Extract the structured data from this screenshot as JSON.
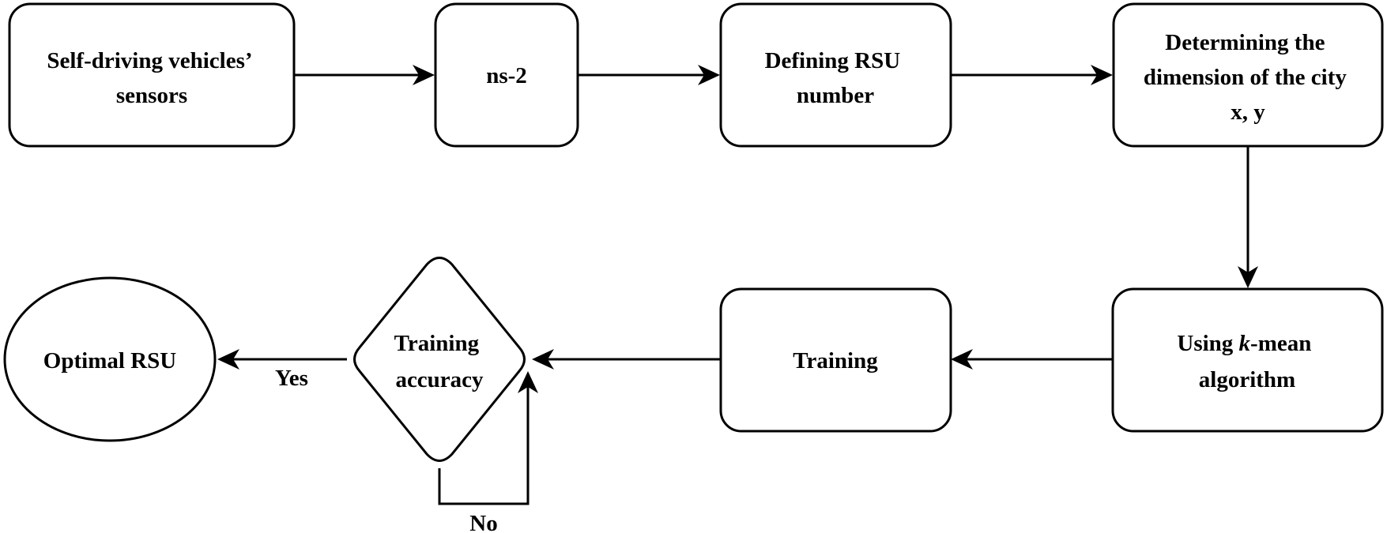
{
  "diagram": {
    "nodes": {
      "sensors": {
        "lines": [
          "Self-driving vehicles’",
          "sensors"
        ]
      },
      "ns2": {
        "lines": [
          "ns-2"
        ]
      },
      "defining_rsu": {
        "lines": [
          "Defining RSU",
          "number"
        ]
      },
      "city_dimension": {
        "lines": [
          "Determining the",
          "dimension of the city",
          "x, y"
        ]
      },
      "kmean": {
        "line1_prefix": "Using ",
        "line1_italic": "k",
        "line1_suffix": "-mean",
        "line2": "algorithm"
      },
      "training": {
        "lines": [
          "Training"
        ]
      },
      "accuracy": {
        "lines": [
          "Training",
          "accuracy"
        ]
      },
      "optimal_rsu": {
        "lines": [
          "Optimal RSU"
        ]
      }
    },
    "edge_labels": {
      "yes": "Yes",
      "no": "No"
    },
    "colors": {
      "stroke": "#000000",
      "fill": "#ffffff",
      "text": "#000000"
    }
  }
}
